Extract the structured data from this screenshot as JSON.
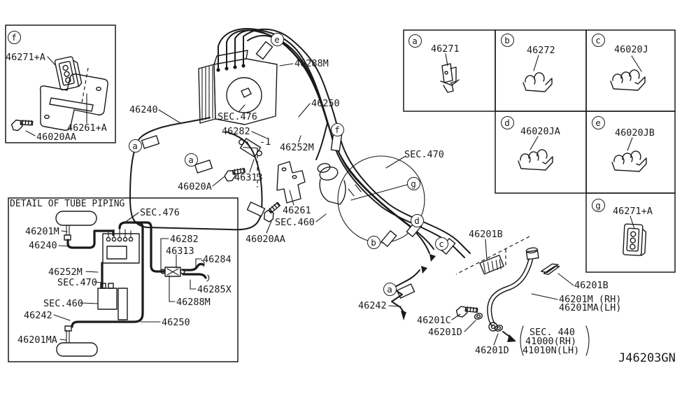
{
  "drawing": {
    "code": "J46203GN"
  },
  "colors": {
    "ink": "#1a1a1a",
    "background": "#ffffff"
  },
  "markers": {
    "a": "a",
    "b": "b",
    "c": "c",
    "d": "d",
    "e": "e",
    "f": "f",
    "g": "g"
  },
  "inset": {
    "marker": "f",
    "labels": {
      "connector": "46271+A",
      "bracket": "46261+A",
      "bolt": "46020AA"
    }
  },
  "main": {
    "labels": {
      "p46240": "46240",
      "sec476": "SEC.476",
      "p46282": "46282",
      "dash1": "-1",
      "p46313": "46313",
      "p46020A": "46020A",
      "p46261": "46261",
      "sec460": "SEC.460",
      "p46020AA": "46020AA",
      "p46288M": "46288M",
      "p46250": "46250",
      "p46252M": "46252M",
      "sec470": "SEC.470",
      "p46201B": "46201B",
      "p46242": "46242",
      "p46201C": "46201C",
      "p46201D": "46201D",
      "p46201M_rh": "46201M (RH)",
      "p46201MA_lh": "46201MA(LH)",
      "sec440": "SEC. 440",
      "p41000": "41000(RH)",
      "p41010N": "41010N(LH)"
    }
  },
  "detail_box": {
    "title": "DETAIL OF TUBE PIPING",
    "labels": {
      "p46201M": "46201M",
      "p46240": "46240",
      "p46252M": "46252M",
      "sec470": "SEC.470",
      "sec460": "SEC.460",
      "p46242": "46242",
      "p46201MA": "46201MA",
      "sec476": "SEC.476",
      "p46282": "46282",
      "p46313": "46313",
      "p46284": "46284",
      "p46285X": "46285X",
      "p46288M": "46288M",
      "p46250": "46250"
    }
  },
  "grid": {
    "cells": [
      {
        "marker": "a",
        "part": "46271"
      },
      {
        "marker": "b",
        "part": "46272"
      },
      {
        "marker": "c",
        "part": "46020J"
      },
      {
        "marker": "d",
        "part": "46020JA"
      },
      {
        "marker": "e",
        "part": "46020JB"
      },
      {
        "marker": "g",
        "part": "46271+A"
      }
    ]
  }
}
